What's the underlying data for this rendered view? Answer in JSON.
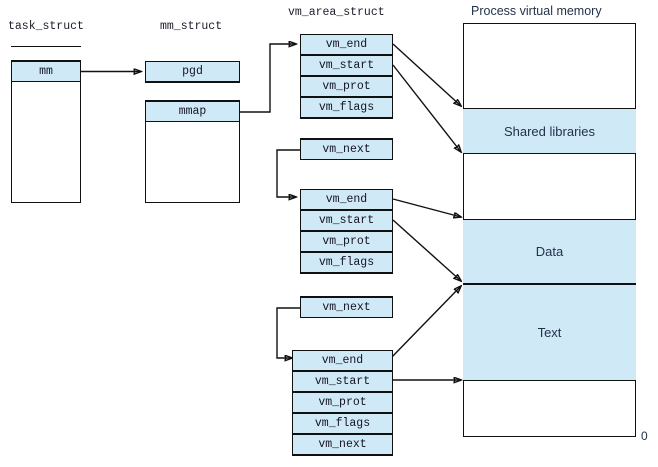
{
  "diagram": {
    "title_task_struct": "task_struct",
    "title_mm_struct": "mm_struct",
    "title_vm_area_struct": "vm_area_struct",
    "title_process_memory": "Process virtual memory",
    "zero_label": "0",
    "accent_fill": "#cfe9f7",
    "line_color": "#111111"
  },
  "task_struct": {
    "fields": [
      {
        "label": "",
        "filled": false
      },
      {
        "label": "mm",
        "filled": true
      }
    ]
  },
  "mm_struct": {
    "fields": [
      {
        "label": "pgd",
        "filled": true
      },
      {
        "label": "",
        "filled": false
      },
      {
        "label": "mmap",
        "filled": true
      }
    ]
  },
  "vm_areas": [
    {
      "name": "vma-shared-libraries",
      "fields": [
        {
          "label": "vm_end",
          "filled": true
        },
        {
          "label": "vm_start",
          "filled": true
        },
        {
          "label": "vm_prot",
          "filled": true
        },
        {
          "label": "vm_flags",
          "filled": true
        },
        {
          "label": "",
          "filled": false
        },
        {
          "label": "vm_next",
          "filled": true
        }
      ]
    },
    {
      "name": "vma-data",
      "fields": [
        {
          "label": "vm_end",
          "filled": true
        },
        {
          "label": "vm_start",
          "filled": true
        },
        {
          "label": "vm_prot",
          "filled": true
        },
        {
          "label": "vm_flags",
          "filled": true
        },
        {
          "label": "",
          "filled": false
        },
        {
          "label": "vm_next",
          "filled": true
        }
      ]
    },
    {
      "name": "vma-text",
      "fields": [
        {
          "label": "vm_end",
          "filled": true
        },
        {
          "label": "vm_start",
          "filled": true
        },
        {
          "label": "vm_prot",
          "filled": true
        },
        {
          "label": "vm_flags",
          "filled": true
        },
        {
          "label": "vm_next",
          "filled": true
        }
      ]
    }
  ],
  "process_memory": {
    "segments": [
      {
        "label": "Shared libraries"
      },
      {
        "label": "Data"
      },
      {
        "label": "Text"
      }
    ]
  }
}
